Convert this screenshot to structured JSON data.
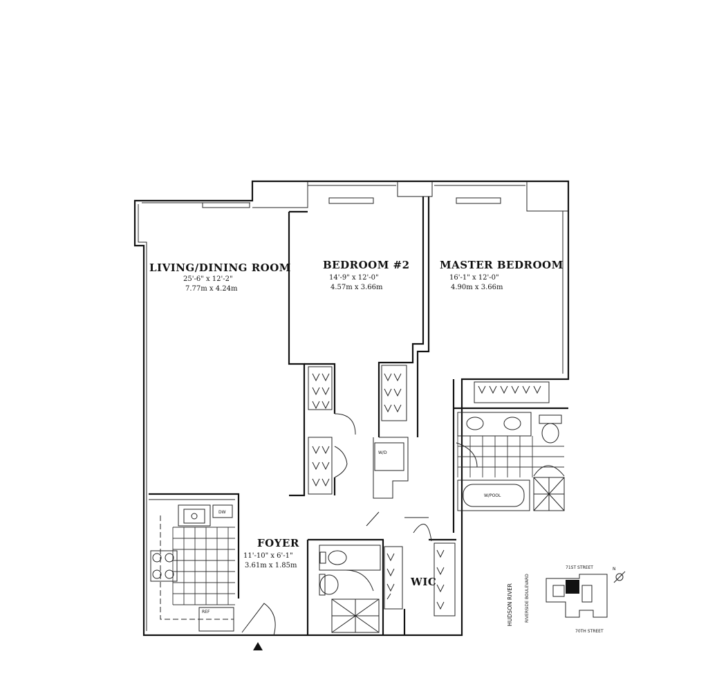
{
  "rooms": {
    "living": {
      "name": "LIVING/DINING ROOM",
      "dim_imperial": "25'-6\" x 12'-2\"",
      "dim_metric": "7.77m x 4.24m"
    },
    "bedroom2": {
      "name": "BEDROOM #2",
      "dim_imperial": "14'-9\" x 12'-0\"",
      "dim_metric": "4.57m x 3.66m"
    },
    "master": {
      "name": "MASTER BEDROOM",
      "dim_imperial": "16'-1\" x 12'-0\"",
      "dim_metric": "4.90m x 3.66m"
    },
    "foyer": {
      "name": "FOYER",
      "dim_imperial": "11'-10\" x 6'-1\"",
      "dim_metric": "3.61m x 1.85m"
    },
    "wic": {
      "name": "WIC"
    }
  },
  "fixtures": {
    "washer_dryer": "W/D",
    "tub": "W/POOL",
    "dishwasher": "DW",
    "refrigerator": "REF"
  },
  "key_plan": {
    "river": "HUDSON RIVER",
    "boulevard": "RIVERSIDE BOULEVARD",
    "street_top": "71ST STREET",
    "street_bottom": "70TH STREET",
    "north": "N"
  }
}
